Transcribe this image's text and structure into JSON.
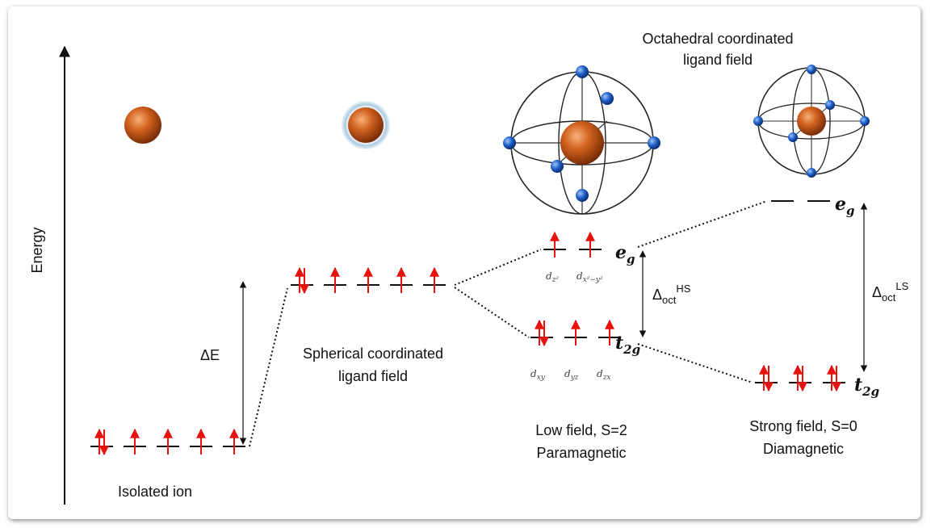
{
  "axis": {
    "label": "Energy"
  },
  "stages": {
    "isolated": {
      "label": "Isolated ion"
    },
    "spherical": {
      "label_line1": "Spherical coordinated",
      "label_line2": "ligand field"
    },
    "octahedral": {
      "label_line1": "Octahedral coordinated",
      "label_line2": "ligand field"
    },
    "high_spin": {
      "caption_line1": "Low field, S=2",
      "caption_line2": "Paramagnetic",
      "eg": "e",
      "eg_sub": "g",
      "t2g": "t",
      "t2g_sub": "2g",
      "gap_symbol": "Δ",
      "gap_sub": "oct",
      "gap_sup": "HS",
      "orbitals_eg": [
        {
          "base": "d",
          "sub": "z²"
        },
        {
          "base": "d",
          "sub": "x²−y²"
        }
      ],
      "orbitals_t2g": [
        {
          "base": "d",
          "sub": "xy"
        },
        {
          "base": "d",
          "sub": "yz"
        },
        {
          "base": "d",
          "sub": "zx"
        }
      ]
    },
    "low_spin": {
      "caption_line1": "Strong field, S=0",
      "caption_line2": "Diamagnetic",
      "eg": "e",
      "eg_sub": "g",
      "t2g": "t",
      "t2g_sub": "2g",
      "gap_symbol": "Δ",
      "gap_sub": "oct",
      "gap_sup": "LS"
    }
  },
  "delta_e": "ΔE",
  "colors": {
    "electron": "#e8120c",
    "metal_ion": "#c8561a",
    "ligand": "#1f5fc8",
    "level": "#111111"
  }
}
